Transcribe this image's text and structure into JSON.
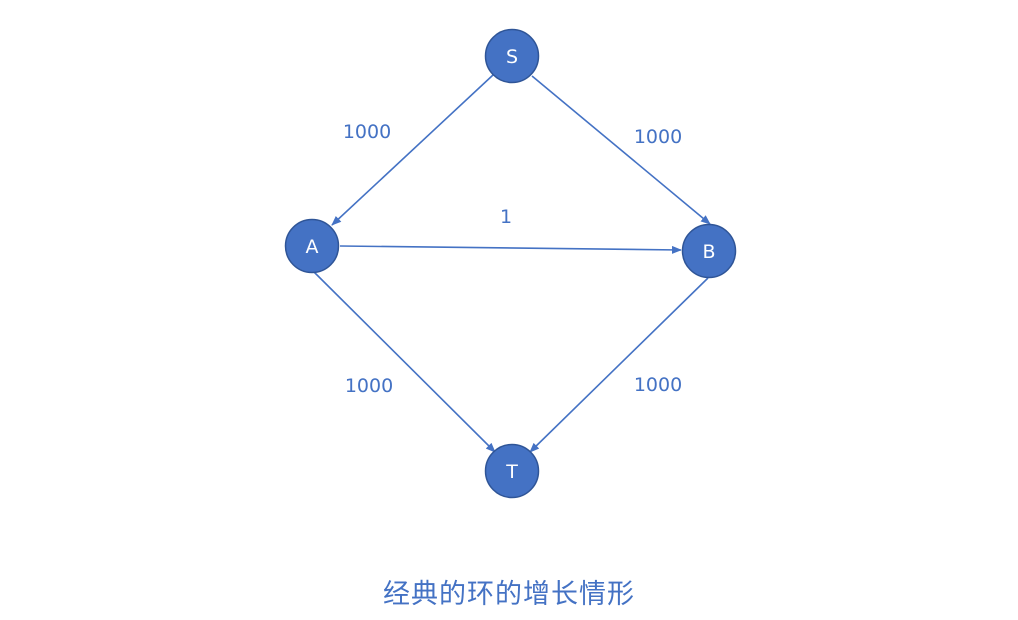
{
  "diagram": {
    "nodes": {
      "S": {
        "label": "S"
      },
      "A": {
        "label": "A"
      },
      "B": {
        "label": "B"
      },
      "T": {
        "label": "T"
      }
    },
    "edges": {
      "s_a": {
        "from": "S",
        "to": "A",
        "capacity": "1000"
      },
      "s_b": {
        "from": "S",
        "to": "B",
        "capacity": "1000"
      },
      "a_b": {
        "from": "A",
        "to": "B",
        "capacity": "1"
      },
      "a_t": {
        "from": "A",
        "to": "T",
        "capacity": "1000"
      },
      "b_t": {
        "from": "B",
        "to": "T",
        "capacity": "1000"
      }
    },
    "colors": {
      "node_fill": "#4472C4",
      "edge": "#4472C4"
    }
  },
  "caption": "经典的环的增长情形"
}
